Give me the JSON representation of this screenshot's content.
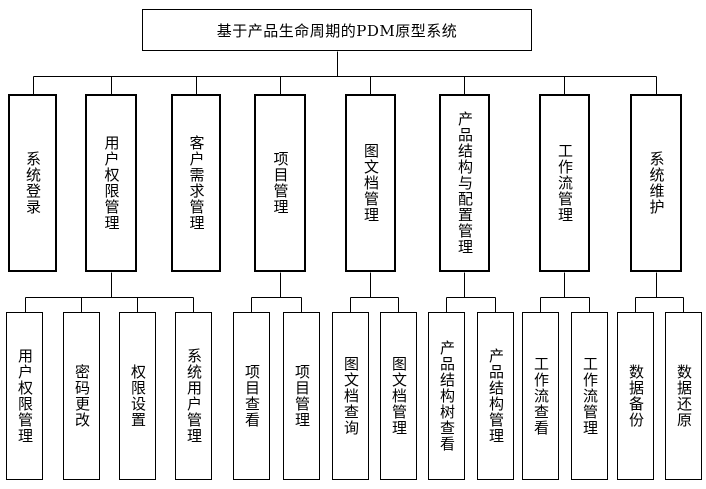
{
  "root": {
    "title": "基于产品生命周期的PDM原型系统"
  },
  "modules": [
    {
      "label": "系统登录",
      "children": []
    },
    {
      "label": "用户权限管理",
      "children": [
        "用户权限管理",
        "密码更改",
        "权限设置",
        "系统用户管理"
      ]
    },
    {
      "label": "客户需求管理",
      "children": []
    },
    {
      "label": "项目管理",
      "children": [
        "项目查看",
        "项目管理"
      ]
    },
    {
      "label": "图文档管理",
      "children": [
        "图文档查询",
        "图文档管理"
      ]
    },
    {
      "label": "产品结构与配置管理",
      "children": [
        "产品结构树查看",
        "产品结构管理"
      ]
    },
    {
      "label": "工作流管理",
      "children": [
        "工作流查看",
        "工作流管理"
      ]
    },
    {
      "label": "系统维护",
      "children": [
        "数据备份",
        "数据还原"
      ]
    }
  ]
}
